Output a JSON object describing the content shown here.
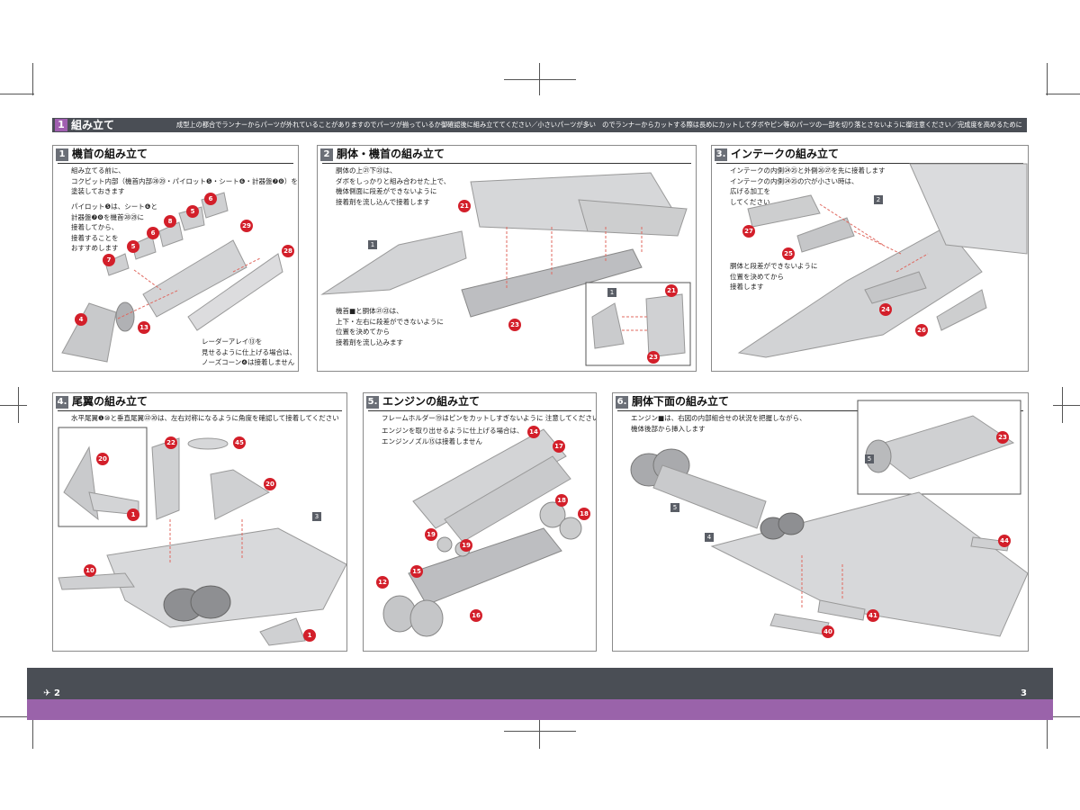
{
  "header": {
    "number": "1",
    "title": "組み立て",
    "note": "成型上の都合でランナーからパーツが外れていることがありますのでパーツが揃っているか御確認後に組み立ててください／小さいパーツが多い　のでランナーからカットする際は長めにカットしてダボやピン等のパーツの一部を切り落とさないように御注意ください／完成度を高めるために、接着前に仮組みを行ってください"
  },
  "panels": {
    "p1": {
      "number": "1",
      "title": "機首の組み立て",
      "note1": "組み立てる前に、\nコクピット内部（機首内部㉘㉙・パイロット❺・シート❻・計器盤❼❽）を\n塗装しておきます",
      "note2": "パイロット❺は、シート❻と\n計器盤❼❽を機首㉘㉙に\n接着してから、\n接着することを\nおすすめします",
      "note3": "レーダーアレイ⑬を\n見せるように仕上げる場合は、\nノーズコーン❹は接着しません",
      "badges": [
        "6",
        "5",
        "8",
        "6",
        "7",
        "5",
        "29",
        "28",
        "4",
        "13"
      ]
    },
    "p2": {
      "number": "2",
      "title": "胴体・機首の組み立て",
      "note1": "胴体の上㉑下㉓は、\nダボをしっかりと組み合わせた上で、\n機体側面に段差ができないように\n接着剤を流し込んで接着します",
      "note2": "機首■と胴体㉑㉓は、\n上下・左右に段差ができないように\n位置を決めてから\n接着剤を流し込みます",
      "badges": [
        "21",
        "23",
        "21",
        "23"
      ],
      "labels": [
        "1",
        "1"
      ]
    },
    "p3": {
      "number": "3.",
      "title": "インテークの組み立て",
      "note1": "インテークの内側㉔㉕と外側㉖㉗を先に接着します\nインテークの内側㉔㉕の穴が小さい時は、\n広げる加工を\nしてください",
      "note2": "胴体と段差ができないように\n位置を決めてから\n接着します",
      "badges": [
        "27",
        "25",
        "24",
        "26"
      ],
      "labels": [
        "2"
      ]
    },
    "p4": {
      "number": "4.",
      "title": "尾翼の組み立て",
      "note1": "水平尾翼❶⑩と垂直尾翼㉒⑳は、左右対称になるように角度を確認して接着してください",
      "badges": [
        "20",
        "1",
        "22",
        "45",
        "20",
        "10",
        "1"
      ],
      "labels": [
        "3"
      ]
    },
    "p5": {
      "number": "5.",
      "title": "エンジンの組み立て",
      "note1": "フレームホルダー⑲はピンをカットしすぎないように 注意してください",
      "note2": "エンジンを取り出せるように仕上げる場合は、\nエンジンノズル⑮は接着しません",
      "badges": [
        "14",
        "17",
        "18",
        "18",
        "19",
        "19",
        "12",
        "15",
        "16"
      ]
    },
    "p6": {
      "number": "6.",
      "title": "胴体下面の組み立て",
      "note1": "エンジン■は、右図の内部組合せの状況を把握しながら、\n機体後部から挿入します",
      "badges": [
        "23",
        "44",
        "41",
        "40"
      ],
      "labels": [
        "5",
        "5",
        "4"
      ]
    }
  },
  "footer": {
    "left_page": "2",
    "right_page": "3"
  },
  "colors": {
    "header": "#4a4e55",
    "accent": "#a05fb0",
    "badge": "#d31f2a",
    "band": "#9a63aa"
  }
}
